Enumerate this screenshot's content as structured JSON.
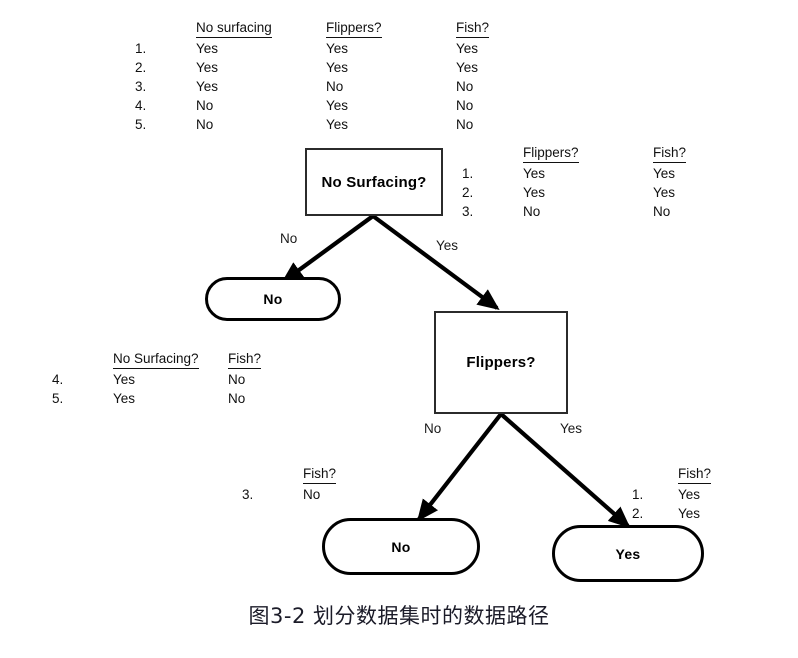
{
  "figure": {
    "caption": "图3-2 划分数据集时的数据路径",
    "line_color": "#000000",
    "box_border_color": "#2b2b2b",
    "text_color": "#000000"
  },
  "tables": {
    "root_dataset": {
      "headers": [
        "No surfacing",
        "Flippers?",
        "Fish?"
      ],
      "rows": [
        {
          "index": "1.",
          "cells": [
            "Yes",
            "Yes",
            "Yes"
          ]
        },
        {
          "index": "2.",
          "cells": [
            "Yes",
            "Yes",
            "Yes"
          ]
        },
        {
          "index": "3.",
          "cells": [
            "Yes",
            "No",
            "No"
          ]
        },
        {
          "index": "4.",
          "cells": [
            "No",
            "Yes",
            "No"
          ]
        },
        {
          "index": "5.",
          "cells": [
            "No",
            "Yes",
            "No"
          ]
        }
      ]
    },
    "yes_branch_dataset": {
      "headers": [
        "Flippers?",
        "Fish?"
      ],
      "rows": [
        {
          "index": "1.",
          "cells": [
            "Yes",
            "Yes"
          ]
        },
        {
          "index": "2.",
          "cells": [
            "Yes",
            "Yes"
          ]
        },
        {
          "index": "3.",
          "cells": [
            "No",
            "No"
          ]
        }
      ]
    },
    "no_branch_dataset": {
      "headers": [
        "No Surfacing?",
        "Fish?"
      ],
      "rows": [
        {
          "index": "4.",
          "cells": [
            "Yes",
            "No"
          ]
        },
        {
          "index": "5.",
          "cells": [
            "Yes",
            "No"
          ]
        }
      ]
    },
    "flippers_no_dataset": {
      "headers": [
        "Fish?"
      ],
      "rows": [
        {
          "index": "3.",
          "cells": [
            "No"
          ]
        }
      ]
    },
    "flippers_yes_dataset": {
      "headers": [
        "Fish?"
      ],
      "rows": [
        {
          "index": "1.",
          "cells": [
            "Yes"
          ]
        },
        {
          "index": "2.",
          "cells": [
            "Yes"
          ]
        }
      ]
    }
  },
  "nodes": {
    "root": {
      "label": "No Surfacing?",
      "shape": "rectangle"
    },
    "leaf_no_top": {
      "label": "No",
      "shape": "stadium"
    },
    "flippers": {
      "label": "Flippers?",
      "shape": "rectangle"
    },
    "leaf_no_bottom": {
      "label": "No",
      "shape": "stadium"
    },
    "leaf_yes": {
      "label": "Yes",
      "shape": "stadium"
    }
  },
  "edges": {
    "root_no": {
      "label": "No"
    },
    "root_yes": {
      "label": "Yes"
    },
    "flippers_no": {
      "label": "No"
    },
    "flippers_yes": {
      "label": "Yes"
    }
  }
}
